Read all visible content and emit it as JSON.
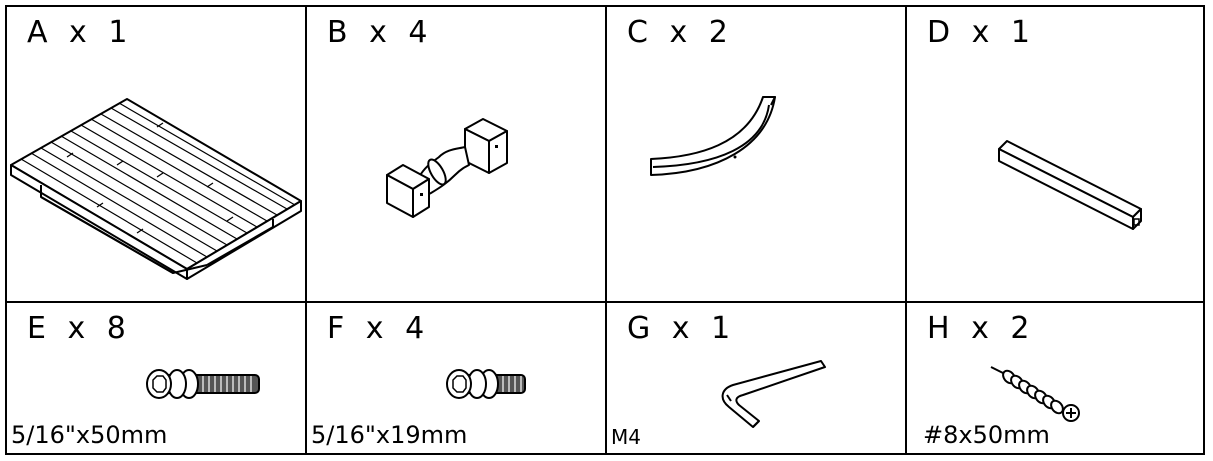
{
  "parts": [
    {
      "label": "A x 1",
      "icon": "tabletop-icon"
    },
    {
      "label": "B x 4",
      "icon": "leg-icon"
    },
    {
      "label": "C x 2",
      "icon": "curved-apron-icon"
    },
    {
      "label": "D x 1",
      "icon": "square-bar-icon"
    },
    {
      "label": "E x 8",
      "size": "5/16\"x50mm",
      "icon": "long-bolt-icon"
    },
    {
      "label": "F x 4",
      "size": "5/16\"x19mm",
      "icon": "short-bolt-icon"
    },
    {
      "label": "G x 1",
      "size": "M4",
      "icon": "allen-key-icon"
    },
    {
      "label": "H x 2",
      "size": "#8x50mm",
      "icon": "wood-screw-icon"
    }
  ]
}
